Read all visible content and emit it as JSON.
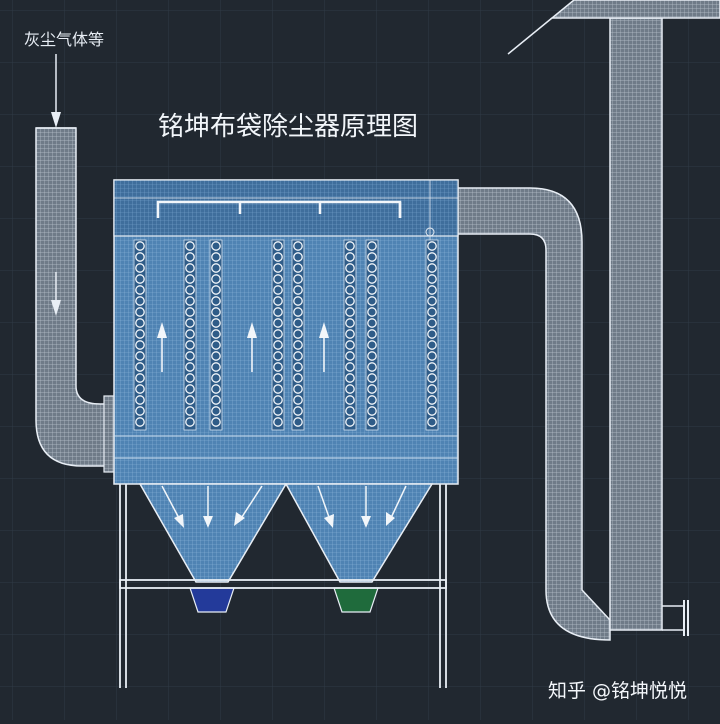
{
  "labels": {
    "inlet": "灰尘气体等",
    "title": "铭坤布袋除尘器原理图",
    "watermark": "知乎 @铭坤悦悦"
  },
  "colors": {
    "background": "#212830",
    "grid": "#2f3a46",
    "housing": "#4e81b1",
    "duct": "#7a8694",
    "line": "#e8eef5",
    "hopper_left": "#233a9a",
    "hopper_right": "#1f6b3c"
  },
  "icons": [
    "flow-arrow-icon",
    "filter-bag-icon",
    "hopper-valve-icon"
  ]
}
